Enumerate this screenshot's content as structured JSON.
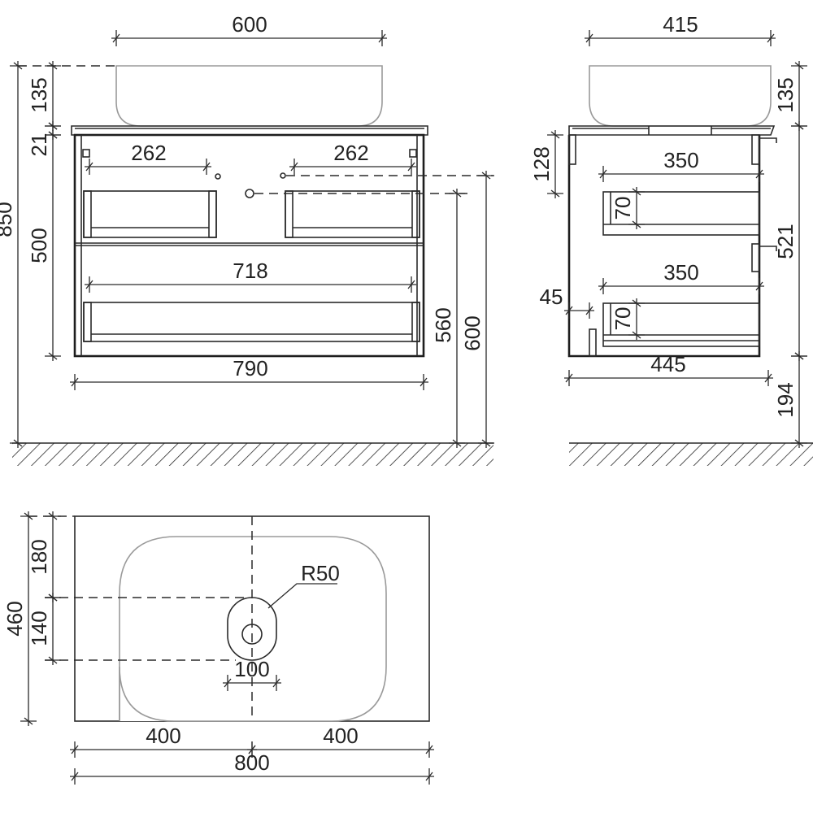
{
  "title": "Vanity unit with countertop basin – technical drawing",
  "views": {
    "front": {
      "dims": {
        "basin_width": "600",
        "total_height": "850",
        "basin_height": "135",
        "top_thickness": "21",
        "cabinet_height": "500",
        "drawer_left_width": "262",
        "drawer_right_width": "262",
        "bottom_drawer_width": "718",
        "cabinet_width": "790",
        "drain_height": "560",
        "water_height": "600"
      }
    },
    "side": {
      "dims": {
        "basin_depth": "415",
        "basin_height": "135",
        "cabinet_height": "521",
        "floor_gap": "194",
        "top_offset": "128",
        "upper_drawer_depth": "350",
        "lower_drawer_depth": "350",
        "upper_drawer_height": "70",
        "lower_drawer_height": "70",
        "plinth_offset": "45",
        "cabinet_depth": "445"
      }
    },
    "plan": {
      "dims": {
        "depth": "460",
        "front_to_drain": "180",
        "drain_slot_length": "140",
        "radius": "R50",
        "drain_slot_width": "100",
        "left_half": "400",
        "right_half": "400",
        "total_width": "800"
      }
    }
  }
}
